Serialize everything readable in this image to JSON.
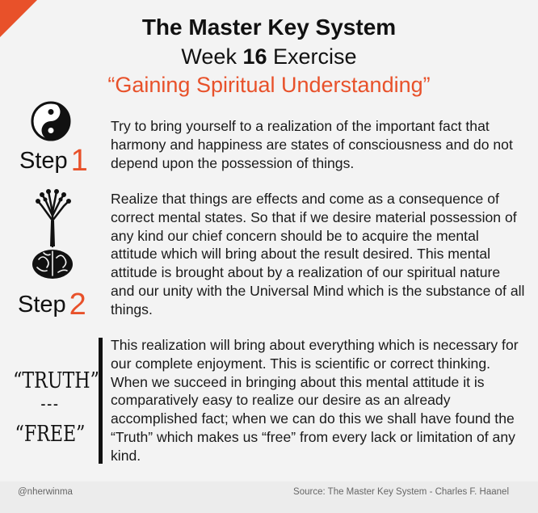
{
  "header": {
    "title": "The Master Key System",
    "week_prefix": "Week",
    "week_number": "16",
    "week_suffix": "Exercise",
    "quote_title": "“Gaining Spiritual Understanding”"
  },
  "steps": [
    {
      "label": "Step",
      "number": "1",
      "icon": "yin-yang-icon"
    },
    {
      "label": "Step",
      "number": "2",
      "icon": "tree-brain-icon"
    }
  ],
  "paragraphs": [
    "Try to bring yourself to a realization of the important fact that harmony and happiness are states of consciousness and do not depend upon the possession of things.",
    "Realize that things are effects and come as a consequence of correct mental states. So that if we desire material possession of any kind our chief concern should be to acquire the mental attitude which will bring about the result desired. This mental attitude is brought about by a realization of our spiritual nature and our unity with the Universal Mind which is the substance of all things.",
    "This realization will bring about everything which is necessary for our complete enjoyment. This is scientific or correct thinking. When we succeed in bringing about this mental attitude it is comparatively easy to realize our desire as an already accomplished fact; when we can do this we shall have found the “Truth” which makes us “free” from every lack or limitation of any kind."
  ],
  "side_words": {
    "truth": "“TRUTH”",
    "separator": "---",
    "free": "“FREE”"
  },
  "footer": {
    "handle": "@nherwinma",
    "source": "Source: The Master Key System - Charles F. Haanel"
  },
  "colors": {
    "accent": "#e8512a",
    "text": "#111111",
    "background": "#f3f3f3"
  }
}
